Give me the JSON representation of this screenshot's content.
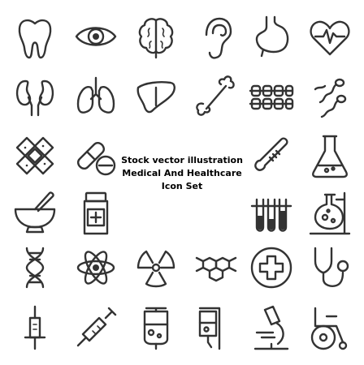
{
  "caption": {
    "line1": "Stock vector illustration",
    "line2": "Medical And Healthcare",
    "line3": "Icon Set"
  },
  "icons": [
    "tooth-icon",
    "eye-icon",
    "brain-icon",
    "ear-icon",
    "stomach-icon",
    "heartbeat-icon",
    "kidneys-icon",
    "lungs-icon",
    "liver-icon",
    "bone-icon",
    "dental-braces-icon",
    "sperm-icon",
    "bandage-icon",
    "pills-icon",
    "thermometer-icon",
    "flask-icon",
    "mortar-pestle-icon",
    "medicine-bottle-icon",
    "test-tubes-icon",
    "lab-flask-stand-icon",
    "dna-icon",
    "atom-icon",
    "radiation-icon",
    "molecule-icon",
    "medical-cross-icon",
    "stethoscope-icon",
    "syringe-icon",
    "injection-icon",
    "iv-bag-icon",
    "iv-drip-icon",
    "microscope-icon",
    "wheelchair-icon"
  ],
  "colors": {
    "stroke": "#333333",
    "background": "#ffffff",
    "text": "#000000"
  }
}
